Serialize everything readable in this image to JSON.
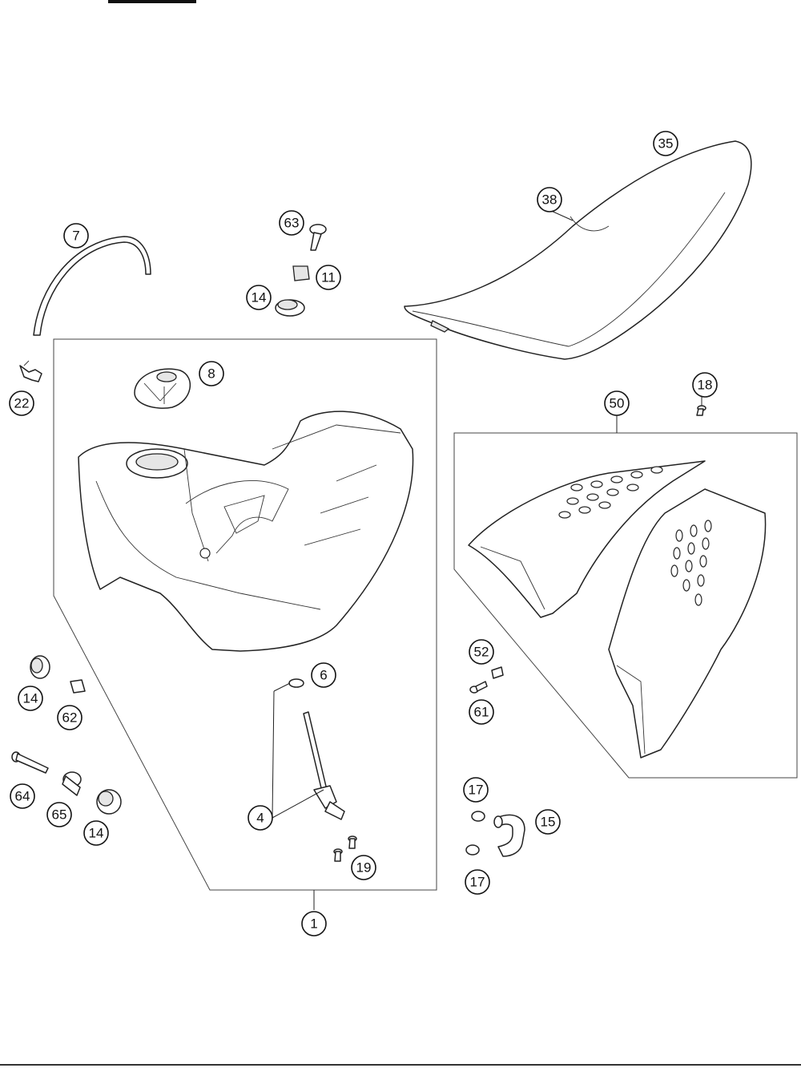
{
  "diagram": {
    "callouts": [
      "35",
      "38",
      "7",
      "63",
      "11",
      "14",
      "22",
      "8",
      "18",
      "50",
      "6",
      "52",
      "61",
      "14",
      "62",
      "64",
      "65",
      "14",
      "4",
      "19",
      "17",
      "15",
      "17",
      "1"
    ]
  }
}
